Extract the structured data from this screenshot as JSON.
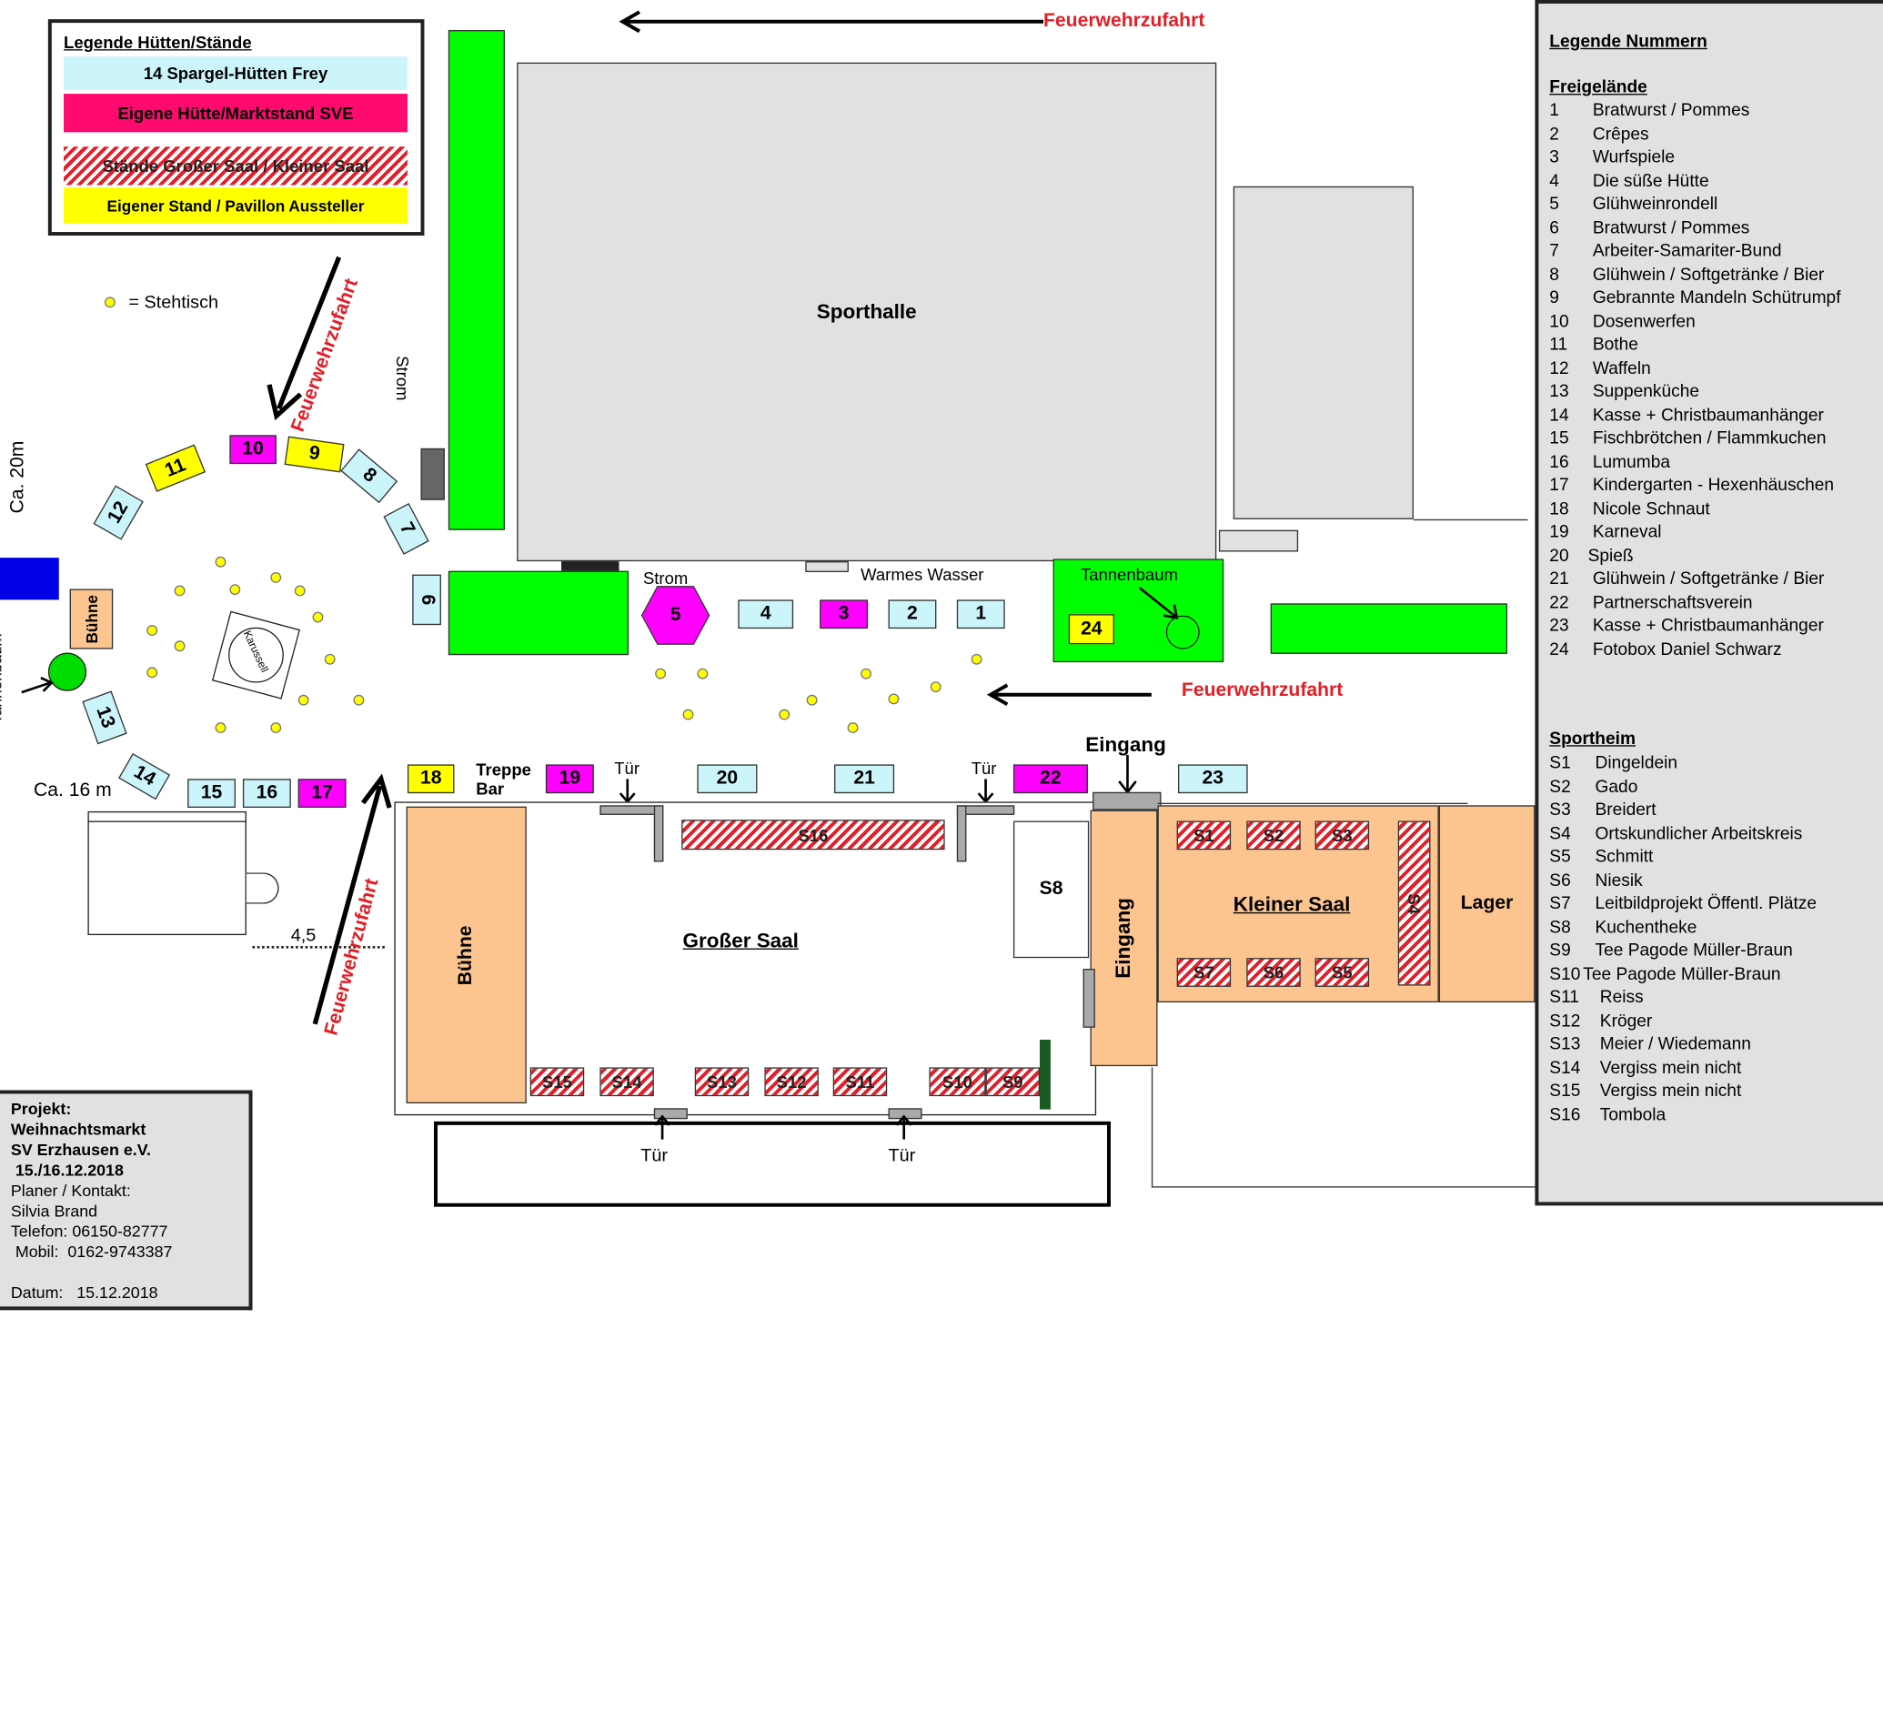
{
  "legend_huetten": {
    "title": "Legende Hütten/Stände",
    "items": [
      {
        "label": "14 Spargel-Hütten Frey",
        "color": "#ccf5fb"
      },
      {
        "label": "Eigene Hütte/Marktstand SVE",
        "color": "#ff0066"
      },
      {
        "label": "Stände Großer Saal /  Kleiner Saal",
        "color": "hatched-red"
      },
      {
        "label": "Eigener Stand / Pavillon Aussteller",
        "color": "#ffff00"
      }
    ]
  },
  "stehtisch_label": "= Stehtisch",
  "feuerwehr": "Feuerwehrzufahrt",
  "sporthalle": "Sporthalle",
  "strom": "Strom",
  "warmes_wasser": "Warmes Wasser",
  "tannenbaum": "Tannenbaum",
  "buehne": "Bühne",
  "karussell": "Karussell",
  "ca20": "Ca. 20m",
  "ca16": "Ca. 16 m",
  "treppe_bar": {
    "l1": "Treppe",
    "l2": "Bar"
  },
  "tuer": "Tür",
  "eingang": "Eingang",
  "grosser_saal": "Großer Saal",
  "kleiner_saal": "Kleiner Saal",
  "lager": "Lager",
  "dist_45": "4,5",
  "stalls": {
    "s1": "1",
    "s2": "2",
    "s3": "3",
    "s4": "4",
    "s5": "5",
    "s6": "6",
    "s7": "7",
    "s8": "8",
    "s9": "9",
    "s10": "10",
    "s11": "11",
    "s12": "12",
    "s13": "13",
    "s14": "14",
    "s15": "15",
    "s16": "16",
    "s17": "17",
    "s18": "18",
    "s19": "19",
    "s20": "20",
    "s21": "21",
    "s22": "22",
    "s23": "23",
    "s24": "24"
  },
  "inner": {
    "S1": "S1",
    "S2": "S2",
    "S3": "S3",
    "S4": "S4",
    "S5": "S5",
    "S6": "S6",
    "S7": "S7",
    "S8": "S8",
    "S9": "S9",
    "S10": "S10",
    "S11": "S11",
    "S12": "S12",
    "S13": "S13",
    "S14": "S14",
    "S15": "S15",
    "S16": "S16"
  },
  "legend_nummern": {
    "title": "Legende Nummern",
    "freigelaende_title": "Freigelände",
    "freigelaende": [
      {
        "n": "1",
        "label": "Bratwurst / Pommes"
      },
      {
        "n": "2",
        "label": "Crêpes"
      },
      {
        "n": "3",
        "label": "Wurfspiele"
      },
      {
        "n": "4",
        "label": "Die süße Hütte"
      },
      {
        "n": "5",
        "label": "Glühweinrondell"
      },
      {
        "n": "6",
        "label": "Bratwurst / Pommes"
      },
      {
        "n": "7",
        "label": "Arbeiter-Samariter-Bund"
      },
      {
        "n": "8",
        "label": "Glühwein / Softgetränke  / Bier"
      },
      {
        "n": "9",
        "label": "Gebrannte Mandeln Schütrumpf"
      },
      {
        "n": "10",
        "label": "Dosenwerfen"
      },
      {
        "n": "11",
        "label": "Bothe"
      },
      {
        "n": "12",
        "label": "Waffeln"
      },
      {
        "n": "13",
        "label": "Suppenküche"
      },
      {
        "n": "14",
        "label": "Kasse + Christbaumanhänger"
      },
      {
        "n": "15",
        "label": "Fischbrötchen / Flammkuchen"
      },
      {
        "n": "16",
        "label": "Lumumba"
      },
      {
        "n": "17",
        "label": "Kindergarten - Hexenhäuschen"
      },
      {
        "n": "18",
        "label": "Nicole Schnaut"
      },
      {
        "n": "19",
        "label": "Karneval"
      },
      {
        "n": "20",
        "label": "Spieß"
      },
      {
        "n": "21",
        "label": "Glühwein / Softgetränke / Bier"
      },
      {
        "n": "22",
        "label": "Partnerschaftsverein"
      },
      {
        "n": "23",
        "label": "Kasse  + Christbaumanhänger"
      },
      {
        "n": "24",
        "label": "Fotobox Daniel Schwarz"
      }
    ],
    "sportheim_title": "Sportheim",
    "sportheim": [
      {
        "n": "S1",
        "label": "Dingeldein"
      },
      {
        "n": "S2",
        "label": "Gado"
      },
      {
        "n": "S3",
        "label": "Breidert"
      },
      {
        "n": "S4",
        "label": "Ortskundlicher Arbeitskreis"
      },
      {
        "n": "S5",
        "label": "Schmitt"
      },
      {
        "n": "S6",
        "label": "Niesik"
      },
      {
        "n": "S7",
        "label": "Leitbildprojekt Öffentl. Plätze"
      },
      {
        "n": "S8",
        "label": "Kuchentheke"
      },
      {
        "n": "S9",
        "label": "Tee Pagode Müller-Braun"
      },
      {
        "n": "S10",
        "label": "Tee Pagode Müller-Braun"
      },
      {
        "n": "S11",
        "label": "Reiss"
      },
      {
        "n": "S12",
        "label": "Kröger"
      },
      {
        "n": "S13",
        "label": "Meier / Wiedemann"
      },
      {
        "n": "S14",
        "label": "Vergiss mein nicht"
      },
      {
        "n": "S15",
        "label": "Vergiss mein nicht"
      },
      {
        "n": "S16",
        "label": "Tombola"
      }
    ]
  },
  "projekt": {
    "l1": "Projekt:",
    "l2": "Weihnachtsmarkt",
    "l3": "SV Erzhausen e.V.",
    "l4": " 15./16.12.2018",
    "l5": "Planer / Kontakt:",
    "l6": "Silvia Brand",
    "l7": "Telefon: 06150-82777",
    "l8": " Mobil:  0162-9743387",
    "l9": "Datum:   15.12.2018"
  }
}
